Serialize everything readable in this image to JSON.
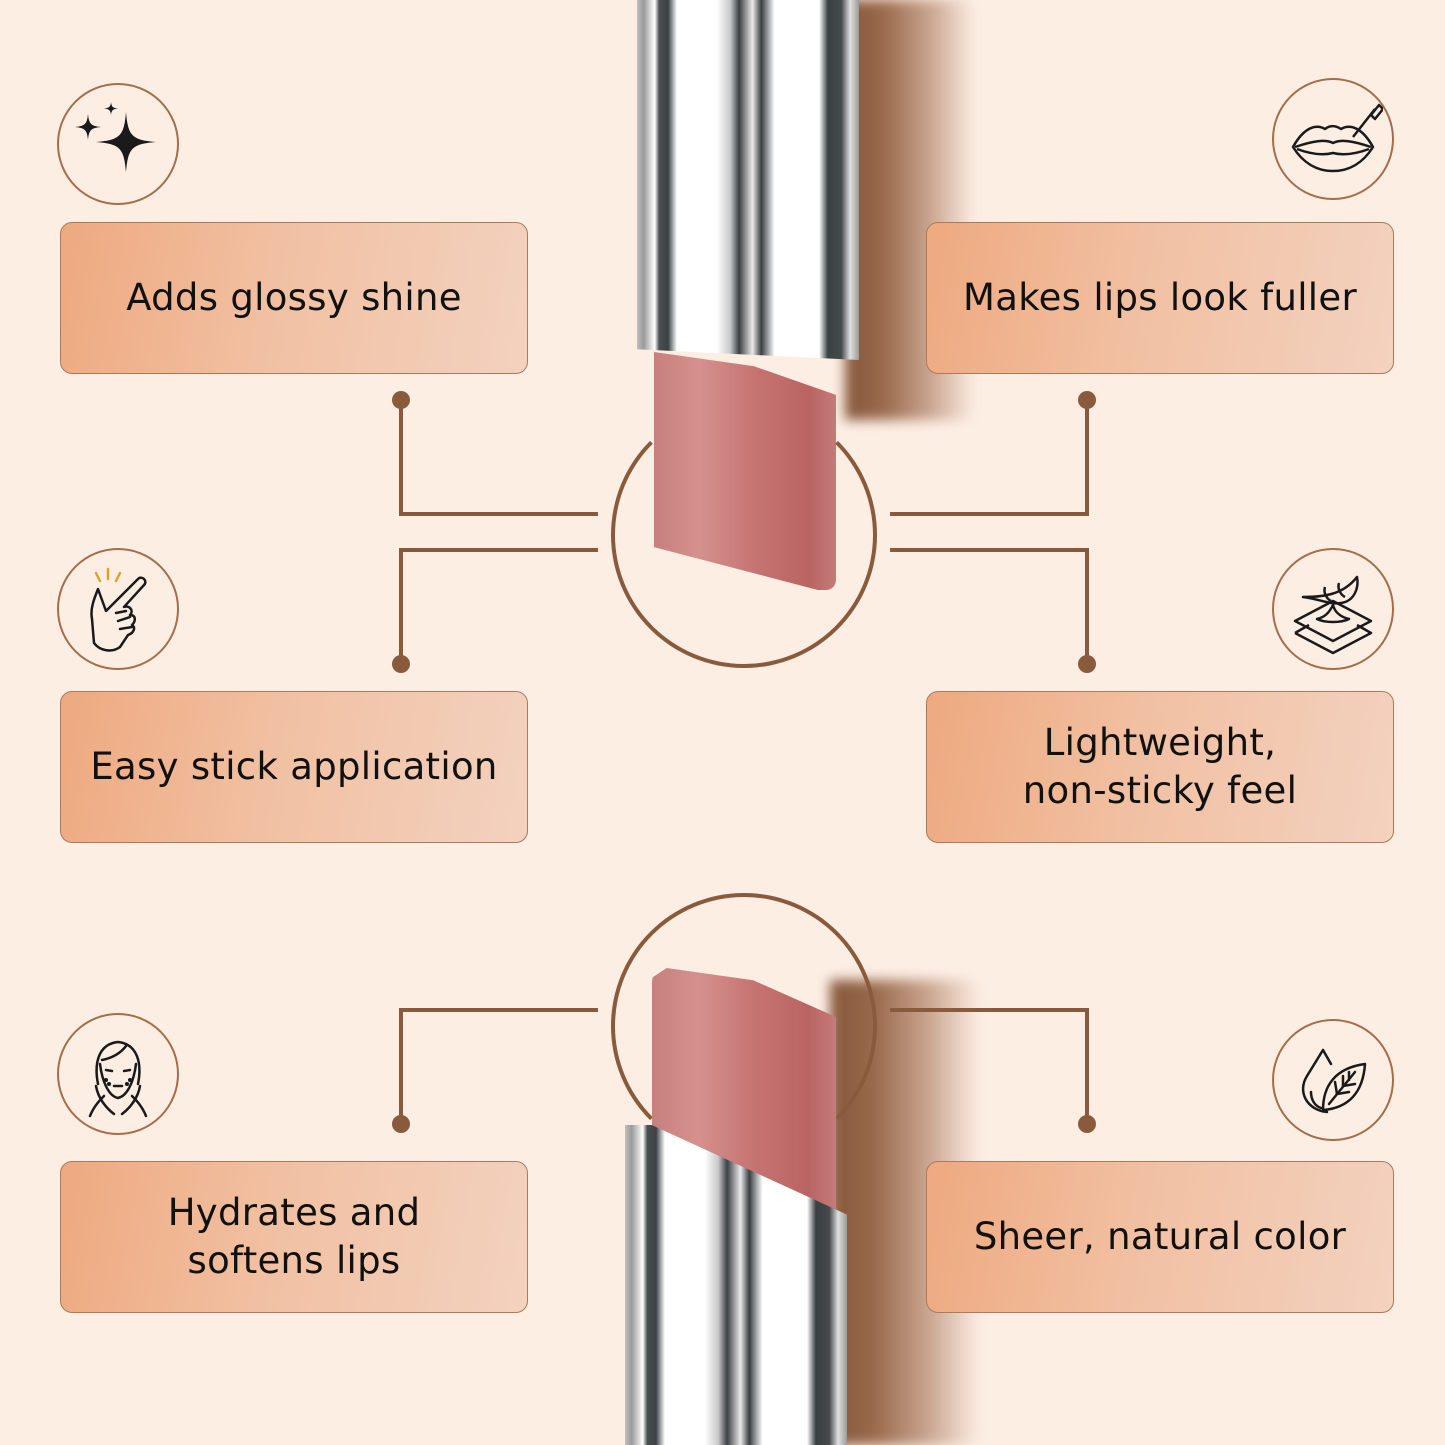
{
  "theme": {
    "background": "#fdeee4",
    "accent_brown": "#8a5a3c",
    "box_gradient_start": "#eea97f",
    "box_gradient_end": "#f3d2bf",
    "lipstick_color": "#c67472"
  },
  "features": [
    {
      "id": "glossy-shine",
      "label": "Adds glossy shine",
      "icon": "sparkles-icon"
    },
    {
      "id": "fuller-lips",
      "label": "Makes lips look fuller",
      "icon": "lips-applicator-icon"
    },
    {
      "id": "easy-application",
      "label": "Easy stick application",
      "icon": "snapping-hand-icon"
    },
    {
      "id": "lightweight",
      "label": "Lightweight,\nnon-sticky feel",
      "icon": "feather-layers-icon"
    },
    {
      "id": "hydrates",
      "label": "Hydrates and\nsoftens lips",
      "icon": "face-care-icon"
    },
    {
      "id": "natural-color",
      "label": "Sheer, natural color",
      "icon": "drop-leaf-icon"
    }
  ],
  "products": [
    {
      "id": "lipstick-top",
      "orientation": "pointing-down"
    },
    {
      "id": "lipstick-bottom",
      "orientation": "pointing-up"
    }
  ]
}
